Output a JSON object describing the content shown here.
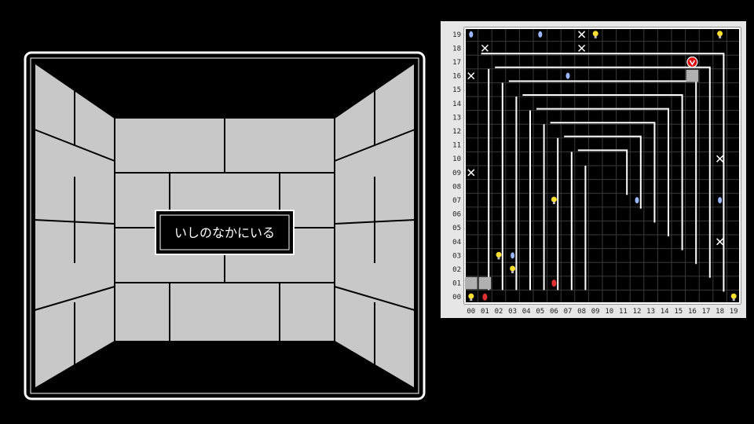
{
  "viewport": {
    "message": "いしのなかにいる",
    "wall_color": "#c8c8c8",
    "brick_line_color": "#000000"
  },
  "map": {
    "row_labels": [
      "19",
      "18",
      "17",
      "16",
      "15",
      "14",
      "13",
      "12",
      "11",
      "10",
      "09",
      "08",
      "07",
      "06",
      "05",
      "04",
      "03",
      "02",
      "01",
      "00"
    ],
    "col_labels": [
      "00",
      "01",
      "02",
      "03",
      "04",
      "05",
      "06",
      "07",
      "08",
      "09",
      "10",
      "11",
      "12",
      "13",
      "14",
      "15",
      "16",
      "17",
      "18",
      "19"
    ],
    "markers": [
      {
        "type": "fountain",
        "icon": "blue-drop-icon",
        "col": 0,
        "row": 19
      },
      {
        "type": "fountain",
        "icon": "blue-drop-icon",
        "col": 5,
        "row": 19
      },
      {
        "type": "teleport",
        "icon": "cross-icon",
        "col": 8,
        "row": 19
      },
      {
        "type": "lamp",
        "icon": "yellow-lamp-icon",
        "col": 9,
        "row": 19
      },
      {
        "type": "lamp",
        "icon": "yellow-lamp-icon",
        "col": 18,
        "row": 19
      },
      {
        "type": "teleport",
        "icon": "cross-icon",
        "col": 1,
        "row": 18
      },
      {
        "type": "teleport",
        "icon": "cross-icon",
        "col": 8,
        "row": 18
      },
      {
        "type": "party",
        "icon": "party-position-icon",
        "col": 16,
        "row": 17
      },
      {
        "type": "stairs",
        "icon": "gray-square-icon",
        "col": 16,
        "row": 16
      },
      {
        "type": "teleport",
        "icon": "cross-icon",
        "col": 0,
        "row": 16
      },
      {
        "type": "fountain",
        "icon": "blue-drop-icon",
        "col": 7,
        "row": 16
      },
      {
        "type": "teleport",
        "icon": "cross-icon",
        "col": 0,
        "row": 9
      },
      {
        "type": "teleport",
        "icon": "cross-icon",
        "col": 18,
        "row": 10
      },
      {
        "type": "lamp",
        "icon": "yellow-lamp-icon",
        "col": 6,
        "row": 7
      },
      {
        "type": "fountain",
        "icon": "blue-drop-icon",
        "col": 12,
        "row": 7
      },
      {
        "type": "fountain",
        "icon": "blue-drop-icon",
        "col": 18,
        "row": 7
      },
      {
        "type": "teleport",
        "icon": "cross-icon",
        "col": 18,
        "row": 4
      },
      {
        "type": "lamp",
        "icon": "yellow-lamp-icon",
        "col": 2,
        "row": 3
      },
      {
        "type": "fountain",
        "icon": "blue-drop-icon",
        "col": 3,
        "row": 3
      },
      {
        "type": "lamp",
        "icon": "yellow-lamp-icon",
        "col": 3,
        "row": 2
      },
      {
        "type": "trap",
        "icon": "red-drop-icon",
        "col": 6,
        "row": 1
      },
      {
        "type": "stairs",
        "icon": "gray-square-icon",
        "col": 0,
        "row": 1
      },
      {
        "type": "stairs",
        "icon": "gray-square-icon",
        "col": 1,
        "row": 1
      },
      {
        "type": "lamp",
        "icon": "yellow-lamp-icon",
        "col": 0,
        "row": 0
      },
      {
        "type": "trap",
        "icon": "red-drop-icon",
        "col": 1,
        "row": 0
      },
      {
        "type": "lamp",
        "icon": "yellow-lamp-icon",
        "col": 19,
        "row": 0
      }
    ]
  }
}
